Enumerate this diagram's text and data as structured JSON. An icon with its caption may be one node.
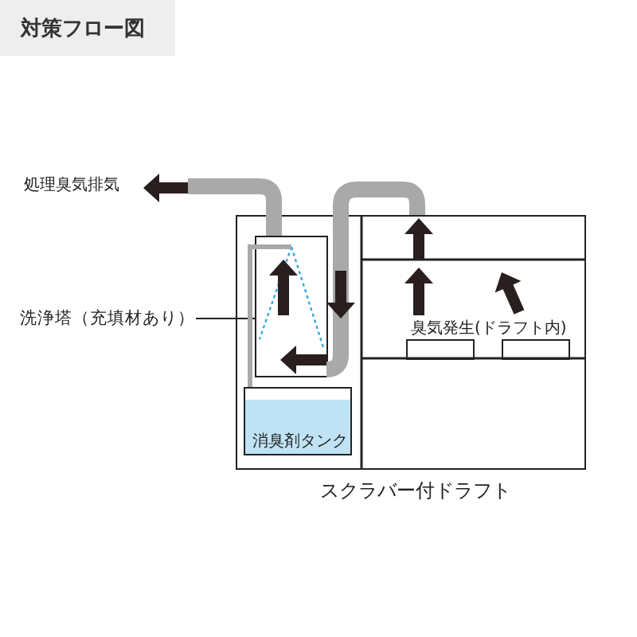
{
  "diagram": {
    "title": "対策フロー図",
    "nodes": [
      {
        "text": [],
        "shape": "box",
        "beside": [
          "スクラバー付ドラフト"
        ]
      },
      {
        "text": [],
        "shape": "box",
        "in": 0
      },
      {
        "text": [
          "消臭剤タンク"
        ],
        "in": 0
      },
      {
        "text": [
          "洗浄塔（充填材あり）"
        ]
      },
      {
        "text": [],
        "shape": "box",
        "in": 0
      },
      {
        "text": [],
        "shape": "box",
        "in": 0
      }
    ],
    "edges": [
      {
        "from": 3,
        "to": 1,
        "arrow": "none"
      },
      {
        "from": 2,
        "to": 1,
        "arrow": "none",
        "style": "thick",
        "color": "#a9a9a9"
      }
    ],
    "labels": [
      "処理臭気排気",
      "臭気発生(ドラフト内)"
    ]
  }
}
